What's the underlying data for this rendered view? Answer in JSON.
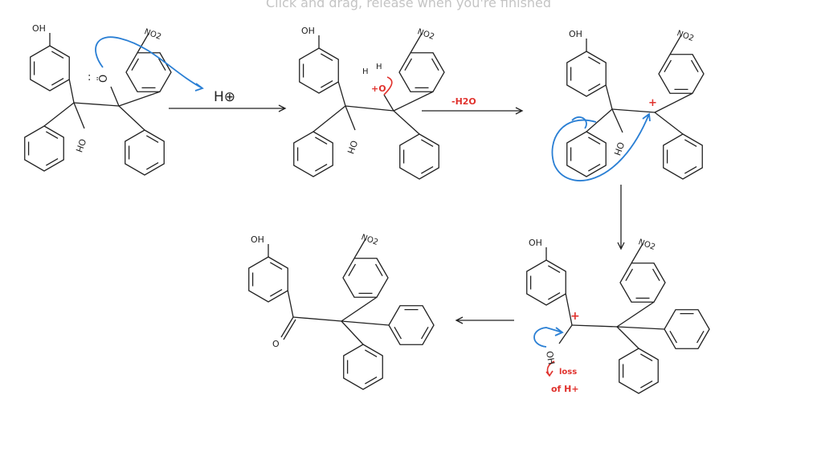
{
  "hint": "Click and drag, release when you're finished",
  "labels": {
    "oh": "OH",
    "no2": "NO2",
    "h_plus": "H⊕",
    "minus_h2o": "-H2O",
    "plus": "+",
    "h": "H",
    "oxonium": "+O",
    "ring_o": "Ö",
    "lone_pair": ":",
    "carbonyl_o": "O",
    "loss": "loss",
    "of_h_plus": "of H+"
  },
  "colors": {
    "ink": "#222222",
    "arrow_blue": "#2a7fd4",
    "annotation_red": "#e0322d",
    "hint": "#c4c4c4"
  }
}
